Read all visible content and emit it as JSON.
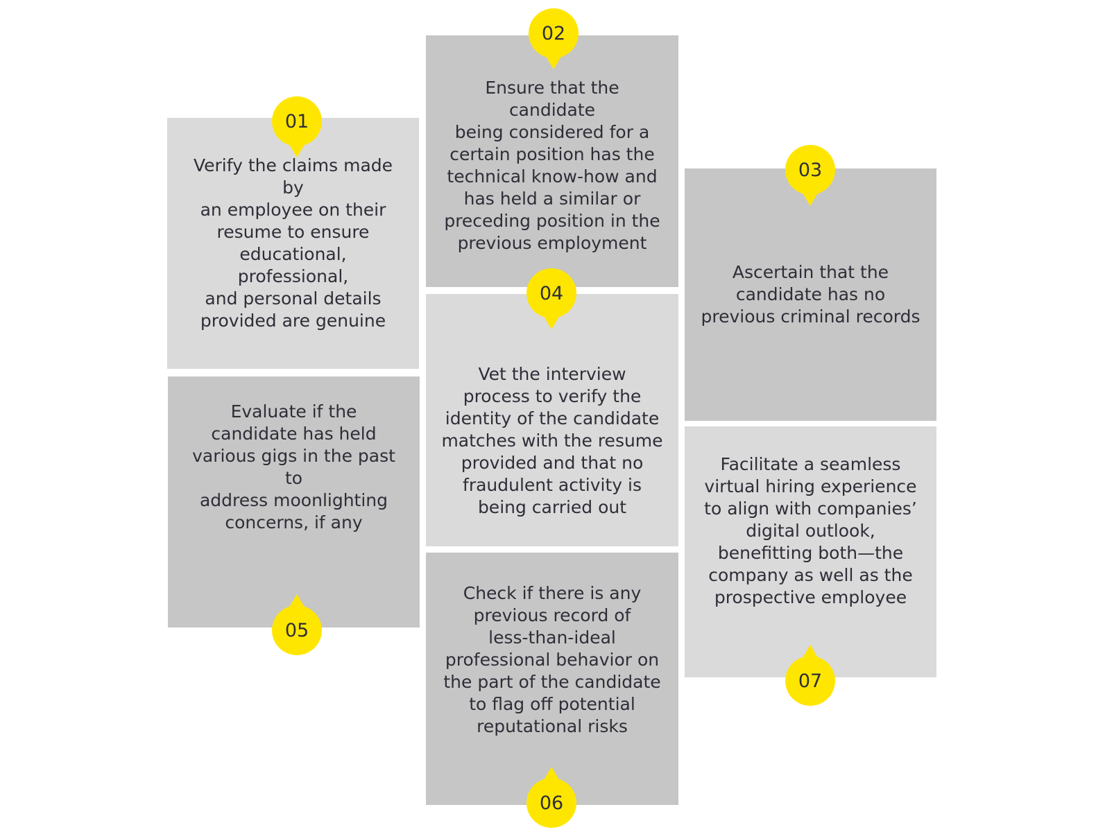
{
  "colors": {
    "marker": "#ffe600",
    "card_light": "#dadada",
    "card_dark": "#c6c6c6",
    "text": "#2e2e38"
  },
  "steps": [
    {
      "number": "01",
      "text": "Verify the claims made by\nan employee on their\nresume to ensure\neducational, professional,\nand personal details\nprovided are genuine"
    },
    {
      "number": "02",
      "text": "Ensure that the candidate\nbeing considered for a\ncertain position has the\ntechnical know-how and\nhas held a similar or\npreceding position in the\nprevious employment"
    },
    {
      "number": "03",
      "text": "Ascertain that the\ncandidate has no\nprevious criminal records"
    },
    {
      "number": "04",
      "text": "Vet the interview\nprocess to verify the\nidentity of the candidate\nmatches with the resume\nprovided and that no\nfraudulent activity is\nbeing carried out"
    },
    {
      "number": "05",
      "text": "Evaluate if the\ncandidate has held\nvarious gigs in the past to\naddress moonlighting\nconcerns, if any"
    },
    {
      "number": "06",
      "text": "Check if there is any\nprevious record of\nless-than-ideal\nprofessional behavior on\nthe part of the candidate\nto flag off potential\nreputational risks"
    },
    {
      "number": "07",
      "text": "Facilitate a seamless\nvirtual hiring experience\nto align with companies’\ndigital outlook,\nbenefitting both—the\ncompany as well as the\nprospective employee"
    }
  ]
}
